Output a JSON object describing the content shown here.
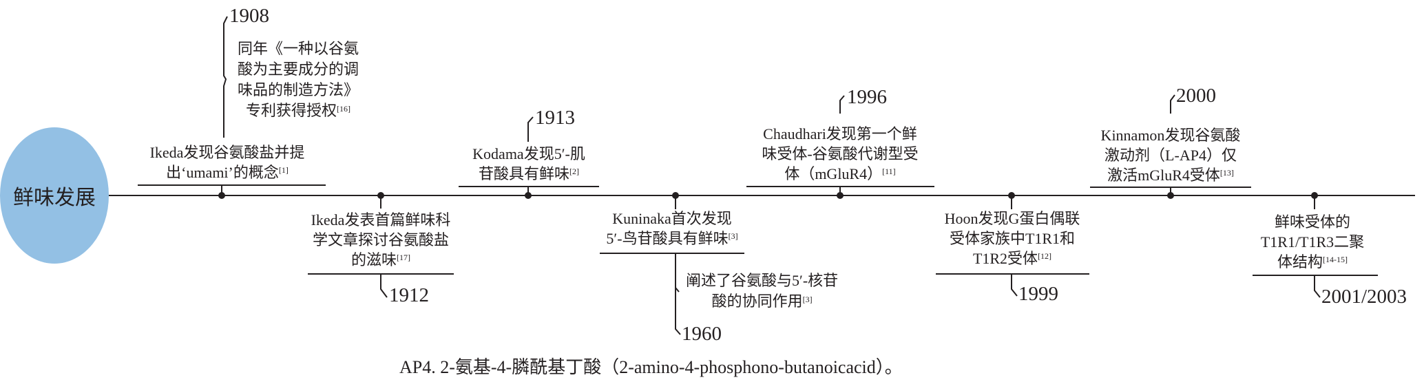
{
  "center_label": "鲜味发展",
  "events": [
    {
      "year": "1908",
      "lines": [
        "Ikeda发现谷氨酸盐并提",
        "出‘umami’的概念"
      ],
      "ref": "[1]",
      "note": {
        "lines": [
          "同年《一种以谷氨",
          "酸为主要成分的调",
          "味品的制造方法》",
          "专利获得授权"
        ],
        "ref": "[16]"
      }
    },
    {
      "year": "1912",
      "lines": [
        "Ikeda发表首篇鲜味科",
        "学文章探讨谷氨酸盐",
        "的滋味"
      ],
      "ref": "[17]"
    },
    {
      "year": "1913",
      "lines": [
        "Kodama发现5′-肌",
        "苷酸具有鲜味"
      ],
      "ref": "[2]"
    },
    {
      "year": "1960",
      "lines": [
        "Kuninaka首次发现",
        "5′-鸟苷酸具有鲜味"
      ],
      "ref": "[3]",
      "note": {
        "lines": [
          "阐述了谷氨酸与5′-核苷",
          "酸的协同作用"
        ],
        "ref": "[3]"
      }
    },
    {
      "year": "1996",
      "lines": [
        "Chaudhari发现第一个鲜",
        "味受体-谷氨酸代谢型受",
        "体（mGluR4）"
      ],
      "ref": "[11]"
    },
    {
      "year": "1999",
      "lines": [
        "Hoon发现G蛋白偶联",
        "受体家族中T1R1和",
        "T1R2受体"
      ],
      "ref": "[12]"
    },
    {
      "year": "2000",
      "lines": [
        "Kinnamon发现谷氨酸",
        "激动剂（L-AP4）仅",
        "激活mGluR4受体"
      ],
      "ref": "[13]"
    },
    {
      "year": "2001/2003",
      "lines": [
        "鲜味受体的",
        "T1R1/T1R3二聚",
        "体结构"
      ],
      "ref": "[14-15]"
    }
  ],
  "caption": "AP4. 2-氨基-4-膦酰基丁酸（2-amino-4-phosphono-butanoicacid）。",
  "colors": {
    "circle": "#93c0e4",
    "line": "#231f20"
  }
}
